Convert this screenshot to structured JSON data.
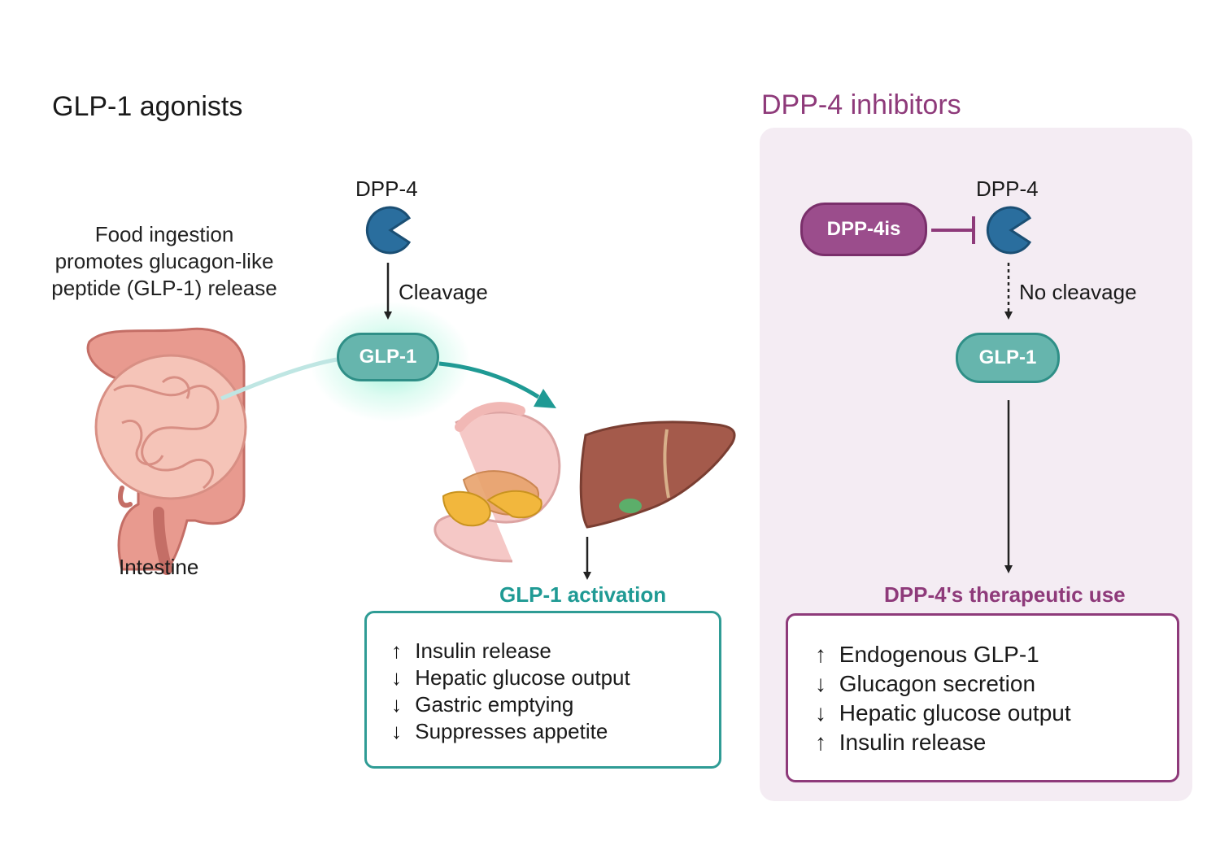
{
  "left_section": {
    "title": "GLP-1 agonists",
    "food_text": "Food ingestion promotes glucagon-like peptide (GLP-1) release",
    "intestine_label": "Intestine",
    "dpp4_label": "DPP-4",
    "cleavage_label": "Cleavage",
    "glp1_label": "GLP-1",
    "activation_heading": "GLP-1 activation",
    "effects": [
      {
        "arrow": "↑",
        "text": "Insulin release"
      },
      {
        "arrow": "↓",
        "text": "Hepatic glucose output"
      },
      {
        "arrow": "↓",
        "text": "Gastric emptying"
      },
      {
        "arrow": "↓",
        "text": "Suppresses appetite"
      }
    ]
  },
  "right_section": {
    "title": "DPP-4 inhibitors",
    "dpp4is_label": "DPP-4is",
    "dpp4_label": "DPP-4",
    "no_cleavage_label": "No cleavage",
    "glp1_label": "GLP-1",
    "therapeutic_heading": "DPP-4's therapeutic use",
    "effects": [
      {
        "arrow": "↑",
        "text": "Endogenous GLP-1"
      },
      {
        "arrow": "↓",
        "text": "Glucagon secretion"
      },
      {
        "arrow": "↓",
        "text": "Hepatic glucose output"
      },
      {
        "arrow": "↑",
        "text": "Insulin release"
      }
    ]
  },
  "colors": {
    "teal": "#2f9c95",
    "glp1_fill": "#66b5ad",
    "purple": "#8e3a7a",
    "panel_bg": "#f4ecf3",
    "dpp4_enzyme": "#2a6e9e"
  }
}
